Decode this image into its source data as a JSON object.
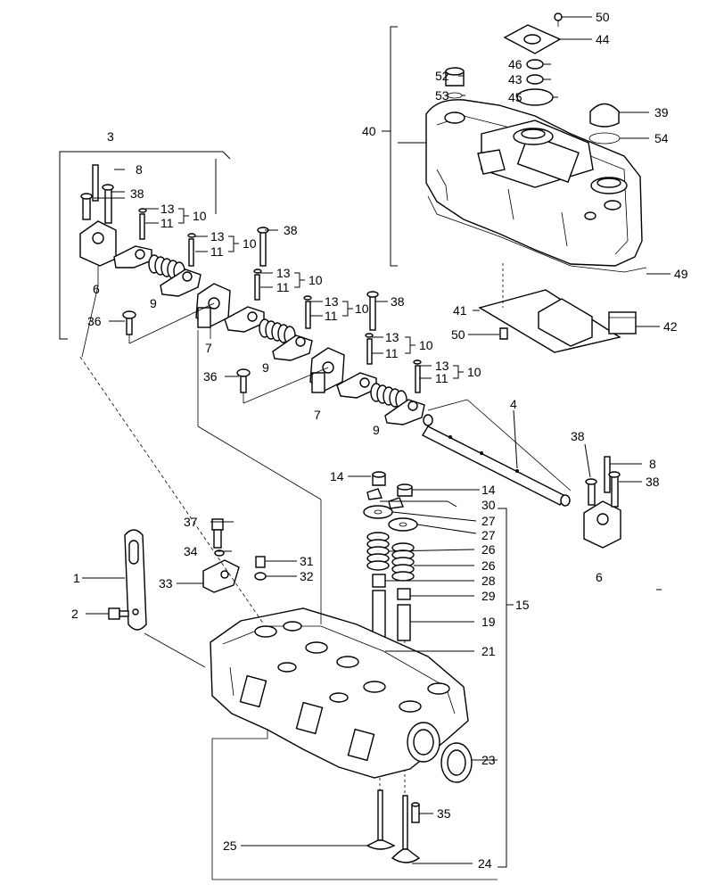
{
  "callouts": [
    {
      "id": "50a",
      "label": "50"
    },
    {
      "id": "44",
      "label": "44"
    },
    {
      "id": "52",
      "label": "52"
    },
    {
      "id": "46",
      "label": "46"
    },
    {
      "id": "43",
      "label": "43"
    },
    {
      "id": "53",
      "label": "53"
    },
    {
      "id": "45",
      "label": "45"
    },
    {
      "id": "39",
      "label": "39"
    },
    {
      "id": "40",
      "label": "40"
    },
    {
      "id": "54",
      "label": "54"
    },
    {
      "id": "3",
      "label": "3"
    },
    {
      "id": "8a",
      "label": "8"
    },
    {
      "id": "38a",
      "label": "38"
    },
    {
      "id": "13a",
      "label": "13"
    },
    {
      "id": "11a",
      "label": "11"
    },
    {
      "id": "10a",
      "label": "10"
    },
    {
      "id": "13b",
      "label": "13"
    },
    {
      "id": "11b",
      "label": "11"
    },
    {
      "id": "10b",
      "label": "10"
    },
    {
      "id": "38b",
      "label": "38"
    },
    {
      "id": "49",
      "label": "49"
    },
    {
      "id": "6a",
      "label": "6"
    },
    {
      "id": "9a",
      "label": "9"
    },
    {
      "id": "13c",
      "label": "13"
    },
    {
      "id": "11c",
      "label": "11"
    },
    {
      "id": "10c",
      "label": "10"
    },
    {
      "id": "13d",
      "label": "13"
    },
    {
      "id": "11d",
      "label": "11"
    },
    {
      "id": "10d",
      "label": "10"
    },
    {
      "id": "38c",
      "label": "38"
    },
    {
      "id": "41",
      "label": "41"
    },
    {
      "id": "42",
      "label": "42"
    },
    {
      "id": "36a",
      "label": "36"
    },
    {
      "id": "7a",
      "label": "7"
    },
    {
      "id": "9b",
      "label": "9"
    },
    {
      "id": "50b",
      "label": "50"
    },
    {
      "id": "13e",
      "label": "13"
    },
    {
      "id": "11e",
      "label": "11"
    },
    {
      "id": "10e",
      "label": "10"
    },
    {
      "id": "36b",
      "label": "36"
    },
    {
      "id": "13f",
      "label": "13"
    },
    {
      "id": "11f",
      "label": "11"
    },
    {
      "id": "10f",
      "label": "10"
    },
    {
      "id": "4",
      "label": "4"
    },
    {
      "id": "7b",
      "label": "7"
    },
    {
      "id": "9c",
      "label": "9"
    },
    {
      "id": "38d",
      "label": "38"
    },
    {
      "id": "8b",
      "label": "8"
    },
    {
      "id": "38e",
      "label": "38"
    },
    {
      "id": "14a",
      "label": "14"
    },
    {
      "id": "14b",
      "label": "14"
    },
    {
      "id": "30",
      "label": "30"
    },
    {
      "id": "27a",
      "label": "27"
    },
    {
      "id": "37",
      "label": "37"
    },
    {
      "id": "27b",
      "label": "27"
    },
    {
      "id": "34",
      "label": "34"
    },
    {
      "id": "26a",
      "label": "26"
    },
    {
      "id": "31",
      "label": "31"
    },
    {
      "id": "26b",
      "label": "26"
    },
    {
      "id": "1",
      "label": "1"
    },
    {
      "id": "33",
      "label": "33"
    },
    {
      "id": "32",
      "label": "32"
    },
    {
      "id": "28",
      "label": "28"
    },
    {
      "id": "6b",
      "label": "6"
    },
    {
      "id": "29",
      "label": "29"
    },
    {
      "id": "2",
      "label": "2"
    },
    {
      "id": "15",
      "label": "15"
    },
    {
      "id": "19",
      "label": "19"
    },
    {
      "id": "21",
      "label": "21"
    },
    {
      "id": "23",
      "label": "23"
    },
    {
      "id": "35",
      "label": "35"
    },
    {
      "id": "25",
      "label": "25"
    },
    {
      "id": "24",
      "label": "24"
    }
  ]
}
